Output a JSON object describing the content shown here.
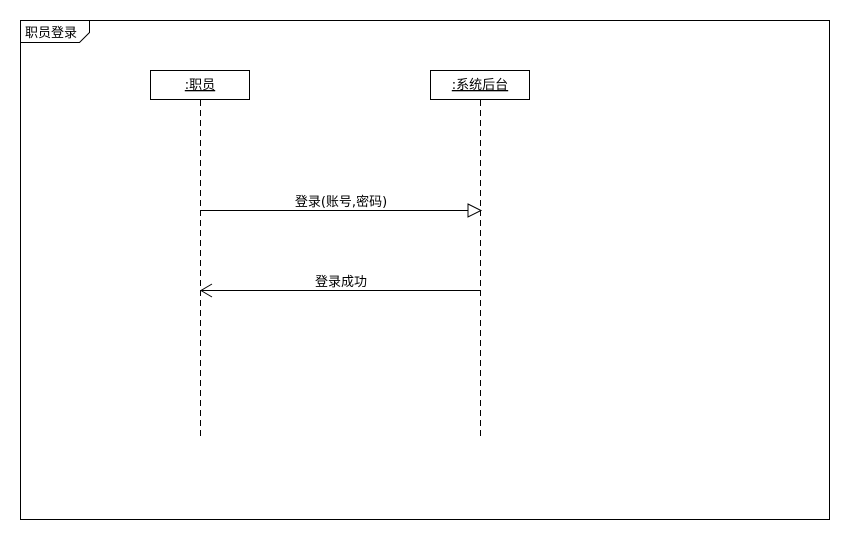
{
  "frame": {
    "title": "职员登录"
  },
  "lifelines": [
    {
      "id": "staff",
      "label": ":职员"
    },
    {
      "id": "backend",
      "label": ":系统后台"
    }
  ],
  "messages": [
    {
      "from": "staff",
      "to": "backend",
      "label": "登录(账号,密码)",
      "kind": "call"
    },
    {
      "from": "backend",
      "to": "staff",
      "label": "登录成功",
      "kind": "return"
    }
  ]
}
